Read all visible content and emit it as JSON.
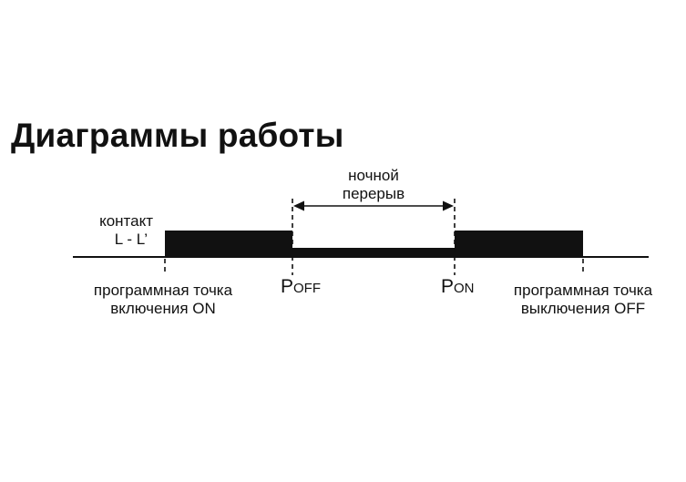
{
  "title": "Диаграммы работы",
  "contact": {
    "line1": "контакт",
    "line2": "L - L’"
  },
  "night_break": {
    "line1": "ночной",
    "line2": "перерыв"
  },
  "p_off": {
    "letter": "P",
    "suffix": "OFF"
  },
  "p_on": {
    "letter": "P",
    "suffix": "ON"
  },
  "on_point": {
    "line1": "программная точка",
    "line2": "включения ON"
  },
  "off_point": {
    "line1": "программная точка",
    "line2": "выключения OFF"
  },
  "colors": {
    "ink": "#111111",
    "background": "#ffffff"
  }
}
